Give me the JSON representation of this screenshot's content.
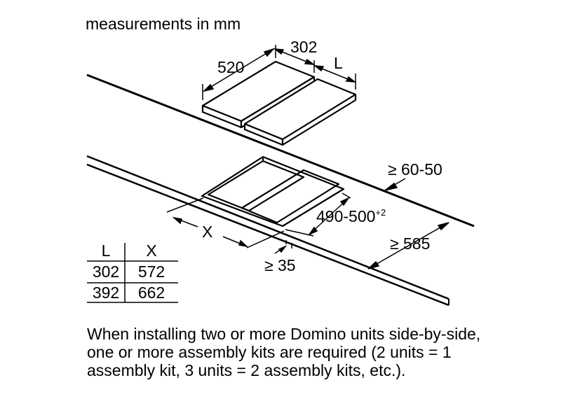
{
  "heading": "measurements in mm",
  "dimensions": {
    "depth": "520",
    "module_width": "302",
    "length": "L",
    "setback": "≥ 60-50",
    "cutout_depth": "490-500",
    "cutout_depth_tolerance": "+2",
    "cutout_width": "X",
    "counter_depth": "≥ 585",
    "thickness": "≥ 35"
  },
  "table": {
    "headers": [
      "L",
      "X"
    ],
    "rows": [
      [
        "302",
        "572"
      ],
      [
        "392",
        "662"
      ]
    ]
  },
  "note": "When installing two or more Domino units side-by-side, one or more assembly kits are required (2 units = 1 assembly kit, 3 units = 2 assembly kits, etc.).",
  "colors": {
    "ink": "#000000",
    "background": "#ffffff"
  }
}
